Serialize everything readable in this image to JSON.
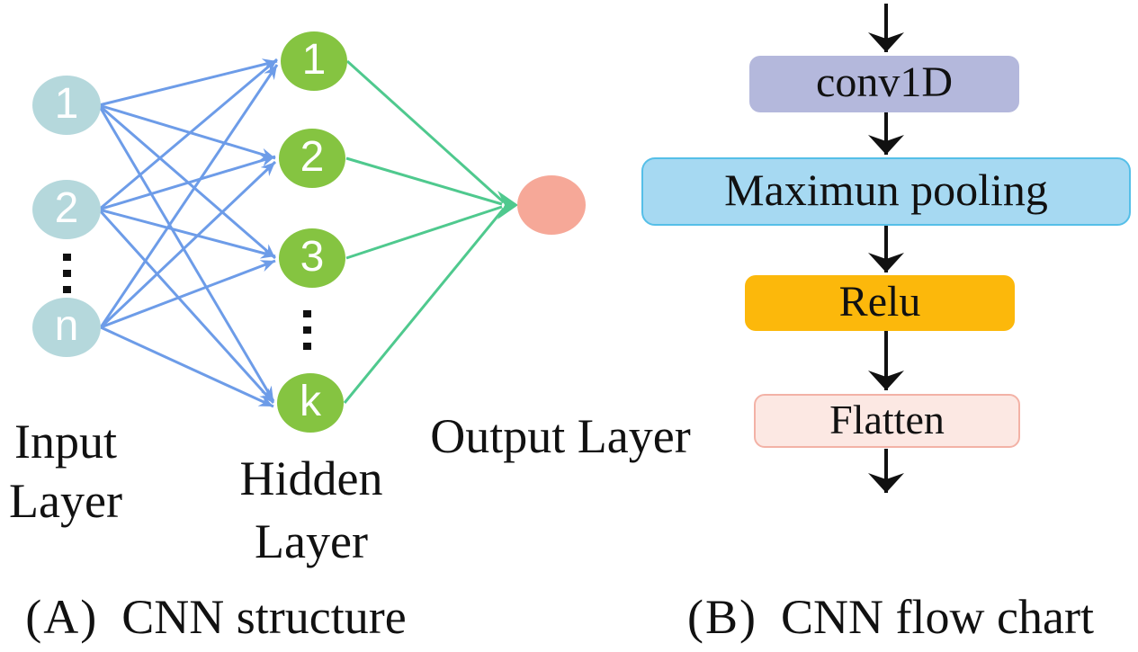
{
  "figure": {
    "panel_a": {
      "caption_prefix": "(A)",
      "caption_text": "CNN structure",
      "input_layer_label_line1": "Input",
      "input_layer_label_line2": "Layer",
      "hidden_layer_label_line1": "Hidden",
      "hidden_layer_label_line2": "Layer",
      "output_layer_label": "Output Layer",
      "input_nodes": [
        "1",
        "2",
        "n"
      ],
      "hidden_nodes": [
        "1",
        "2",
        "3",
        "k"
      ]
    },
    "panel_b": {
      "caption_prefix": "(B)",
      "caption_text": "CNN flow chart",
      "steps": [
        {
          "label": "conv1D"
        },
        {
          "label": "Maximun pooling"
        },
        {
          "label": "Relu"
        },
        {
          "label": "Flatten"
        }
      ]
    }
  },
  "colors": {
    "input_node_fill": "#b5d8dc",
    "hidden_node_fill": "#85c441",
    "output_node_fill": "#f6a898",
    "link_blue": "#6d9ce8",
    "link_green": "#4fc98e",
    "flow_arrow_black": "#111111",
    "conv1d_fill": "#b4b8dc",
    "pooling_fill": "#a6d9f2",
    "pooling_border": "#55bfe8",
    "relu_fill": "#fcb80b",
    "flatten_fill": "#fce8e3",
    "flatten_border": "#f3b2a6",
    "node_text": "#ffffff",
    "label_text": "#111111"
  }
}
